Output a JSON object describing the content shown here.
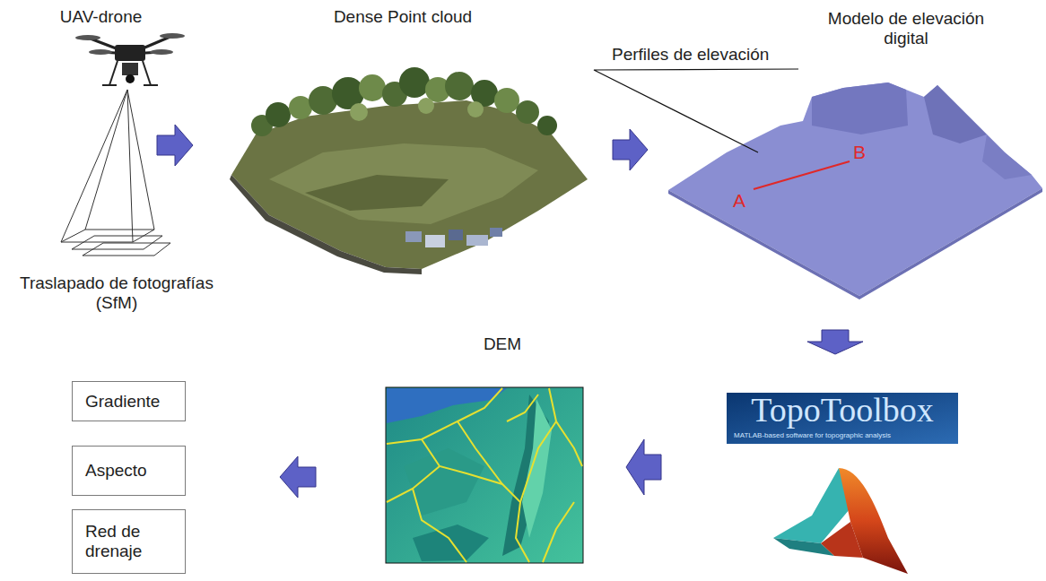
{
  "diagram": {
    "nodes": [
      {
        "text": [
          "UAV-drone",
          "Traslapado de fotografías (SfM)"
        ]
      },
      {
        "text": [
          "Dense Point cloud"
        ]
      },
      {
        "text": [
          "Modelo de elevación digital"
        ]
      },
      {
        "text": [
          "TopoToolbox",
          "MATLAB-based software for topographic analysis"
        ]
      },
      {
        "text": [
          "DEM"
        ]
      },
      {
        "text": [
          "Gradiente"
        ]
      },
      {
        "text": [
          "Aspecto"
        ]
      },
      {
        "text": [
          "Red de drenaje"
        ]
      }
    ],
    "edges": [
      {
        "from": 0,
        "to": 1,
        "arrow": "to"
      },
      {
        "from": 1,
        "to": 2,
        "arrow": "to"
      },
      {
        "from": 2,
        "to": 3,
        "arrow": "to"
      },
      {
        "from": 3,
        "to": 4,
        "arrow": "to"
      },
      {
        "from": 4,
        "to": 6,
        "arrow": "to"
      }
    ],
    "labels": [
      "Perfiles de elevación",
      "A",
      "B"
    ]
  }
}
